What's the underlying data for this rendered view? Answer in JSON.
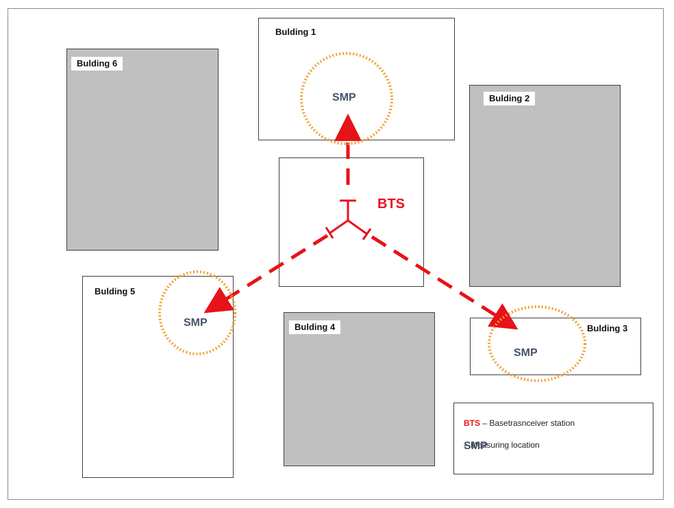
{
  "buildings": {
    "b1": {
      "label": "Bulding 1"
    },
    "b2": {
      "label": "Bulding 2"
    },
    "b3": {
      "label": "Bulding 3"
    },
    "b4": {
      "label": "Bulding 4"
    },
    "b5": {
      "label": "Bulding 5"
    },
    "b6": {
      "label": "Bulding 6"
    }
  },
  "bts": {
    "label": "BTS"
  },
  "smp": {
    "top": "SMP",
    "left": "SMP",
    "right": "SMP"
  },
  "legend": {
    "bts_key": "BTS",
    "bts_text": " – Basetrasnceiver station",
    "smp_key": "SMP",
    "smp_text": " – Measuring location"
  },
  "colors": {
    "bts_red": "#e8121a",
    "smp_slate": "#44546a",
    "circle_orange": "#f0a030",
    "building_gray": "#c0c0c0"
  }
}
